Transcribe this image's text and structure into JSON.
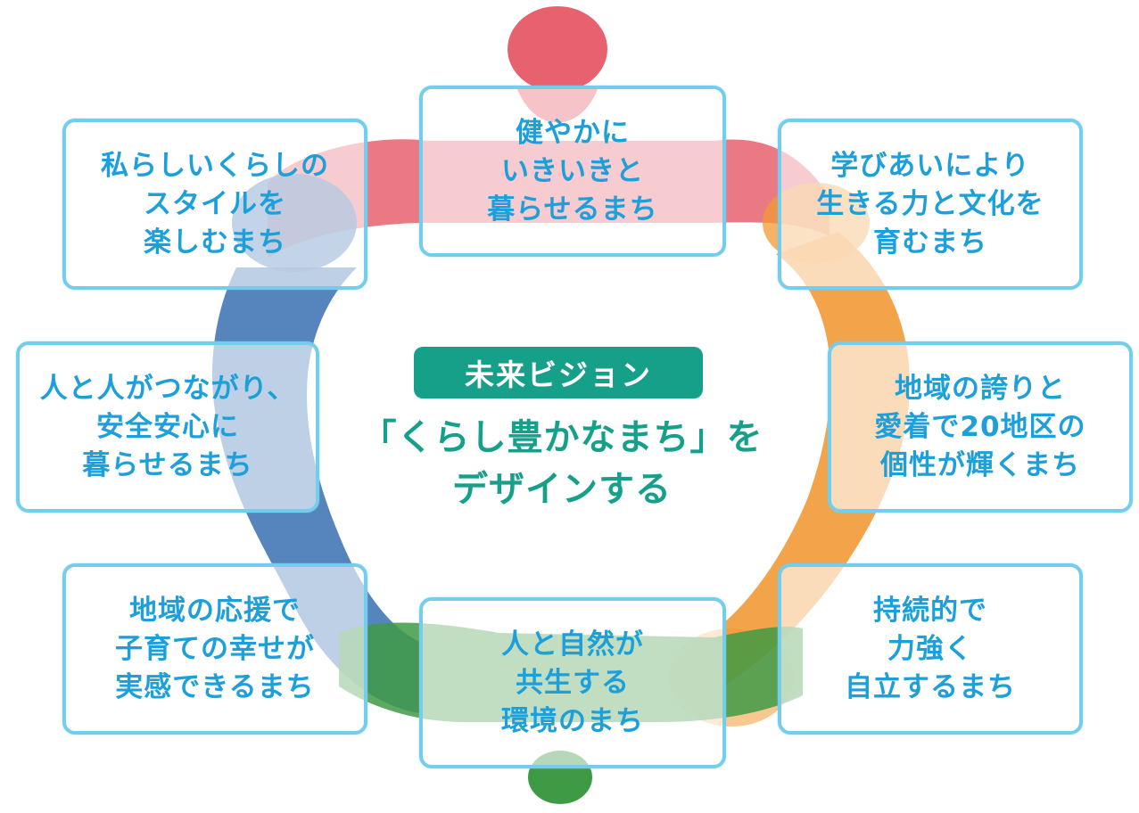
{
  "center": {
    "badge": "未来ビジョン",
    "vision": "「くらし豊かなまち」を\nデザインする"
  },
  "goals": {
    "top": "健やかに\nいきいきと\n暮らせるまち",
    "top_right": "学びあいにより\n生きる力と文化を\n育むまち",
    "right": "地域の誇りと\n愛着で20地区の\n個性が輝くまち",
    "bottom_right": "持続的で\n力強く\n自立するまち",
    "bottom": "人と自然が\n共生する\n環境のまち",
    "bottom_left": "地域の応援で\n子育ての幸せが\n実感できるまち",
    "left": "人と人がつながり、\n安全安心に\n暮らせるまち",
    "top_left": "私らしいくらしの\nスタイルを\n楽しむまち"
  },
  "colors": {
    "red": "#e8616f",
    "orange": "#f29a36",
    "green": "#3f9a45",
    "blue": "#3f73b3",
    "box_border": "#74cdec",
    "box_text": "#1d9fd9",
    "vision": "#16a08a"
  }
}
